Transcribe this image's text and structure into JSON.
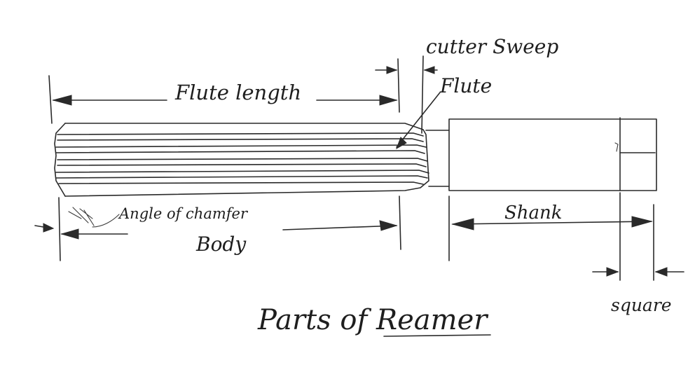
{
  "diagram": {
    "title": "Parts of Reamer",
    "labels": {
      "flute_length": "Flute length",
      "cutter_sweep": "cutter Sweep",
      "flute": "Flute",
      "angle_of_chamfer": "Angle of chamfer",
      "body": "Body",
      "shank": "Shank",
      "square": "square"
    },
    "ink_color": "#2a2a2a",
    "paper_color": "#ffffff"
  }
}
